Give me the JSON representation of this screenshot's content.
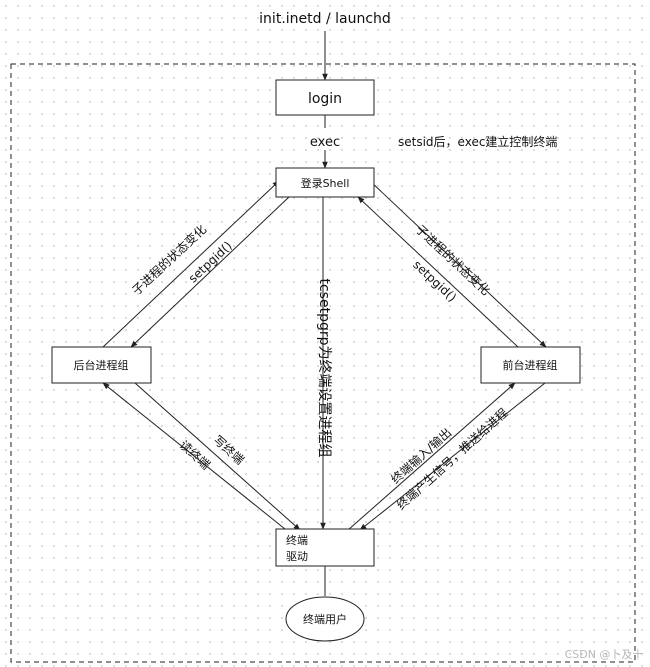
{
  "top_label": "init.inetd / launchd",
  "nodes": {
    "login": "login",
    "shell": "登录Shell",
    "background": "后台进程组",
    "foreground": "前台进程组",
    "driver_line1": "终端",
    "driver_line2": "驱动",
    "user": "终端用户"
  },
  "edge_labels": {
    "exec": "exec",
    "setsid_note": "setsid后，exec建立控制终端",
    "left_child_state": "子进程的状态变化",
    "left_setpgid": "setpgid()",
    "right_child_state": "子进程的状态变化",
    "right_setpgid": "setpgid()",
    "tcsetpgrp": "tcsetpgrp为终端设置进程组",
    "read_terminal": "读终端",
    "write_terminal": "写终端",
    "terminal_io": "终端输入/输出",
    "terminal_signal": "终端产生信号，推送给进程"
  },
  "watermark": "CSDN @卜及十"
}
